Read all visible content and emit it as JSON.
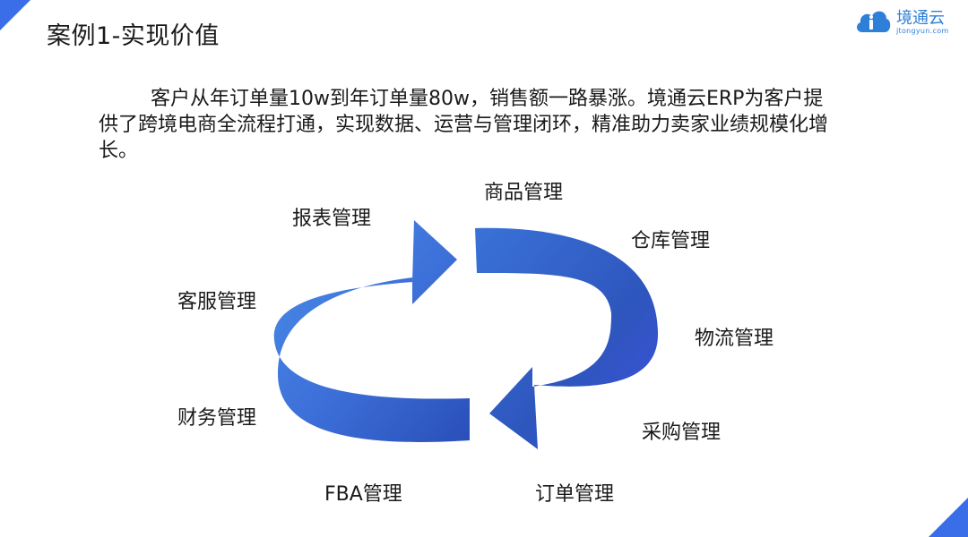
{
  "header": {
    "title": "案例1-实现价值",
    "logo_name": "境通云",
    "logo_url": "jtongyun.com"
  },
  "description": "客户从年订单量10w到年订单量80w，销售额一路暴涨。境通云ERP为客户提供了跨境电商全流程打通，实现数据、运营与管理闭环，精准助力卖家业绩规模化增长。",
  "cycle": {
    "labels": {
      "goods": "商品管理",
      "warehouse": "仓库管理",
      "logistics": "物流管理",
      "purchase": "采购管理",
      "order": "订单管理",
      "fba": "FBA管理",
      "finance": "财务管理",
      "service": "客服管理",
      "report": "报表管理"
    }
  },
  "colors": {
    "accent": "#3a6ee8",
    "arrow_light": "#4a8fe8",
    "arrow_dark": "#2a4fb8",
    "arrow_tip": "#4c55f0",
    "logo": "#2e7fd8"
  }
}
